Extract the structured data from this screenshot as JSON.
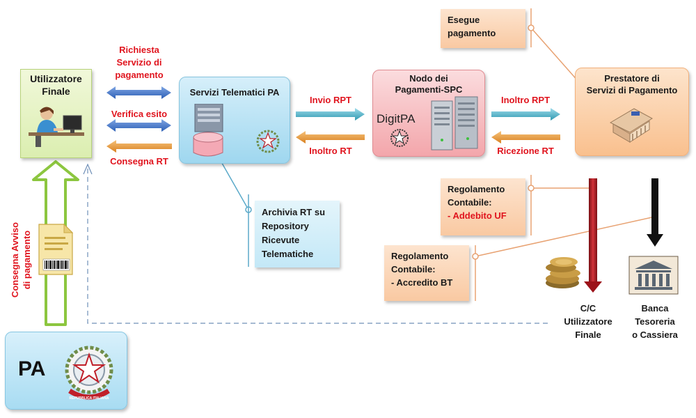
{
  "nodes": {
    "utilizzatore": "Utilizzatore\nFinale",
    "servizi": "Servizi Telematici PA",
    "nodo": "Nodo dei\nPagamenti-SPC",
    "nodo_logo": "DigitPA",
    "prestatore": "Prestatore  di\nServizi di Pagamento",
    "pa": "PA",
    "cc": "C/C\nUtilizzatore\nFinale",
    "banca": "Banca\nTesoreria\no Cassiera"
  },
  "flows": {
    "richiesta": "Richiesta\nServizio di\npagamento",
    "verifica": "Verifica esito",
    "consegna_rt": "Consegna RT",
    "invio_rpt": "Invio RPT",
    "inoltro_rt": "Inoltro RT",
    "inoltro_rpt": "Inoltro RPT",
    "ricezione_rt": "Ricezione RT",
    "consegna_avviso": "Consegna Avviso\ndi pagamento"
  },
  "notes": {
    "esegue": "Esegue\npagamento",
    "archivia": "Archivia RT su\nRepository\nRicevute\nTelematiche",
    "regolamento_uf_title": "Regolamento\nContabile:",
    "regolamento_uf_item": "- Addebito UF",
    "regolamento_bt_title": "Regolamento\nContabile:",
    "regolamento_bt_item": "- Accredito BT"
  },
  "emblem_text": "REPUBBLICA ITALIANA",
  "colors": {
    "red_label": "#e0141e",
    "blue_arrow": "#3a6fc4",
    "orange_arrow": "#e3922c",
    "teal_arrow": "#3aa9bf",
    "green_arrow": "#8cc63f",
    "red_bar": "#b01a22",
    "note_bg": "#fbd3b2",
    "blue_box": "#a8dcf2",
    "pink_box": "#f5a9ad",
    "orange_box": "#fbcf9e",
    "green_box": "#e8f4c4"
  }
}
